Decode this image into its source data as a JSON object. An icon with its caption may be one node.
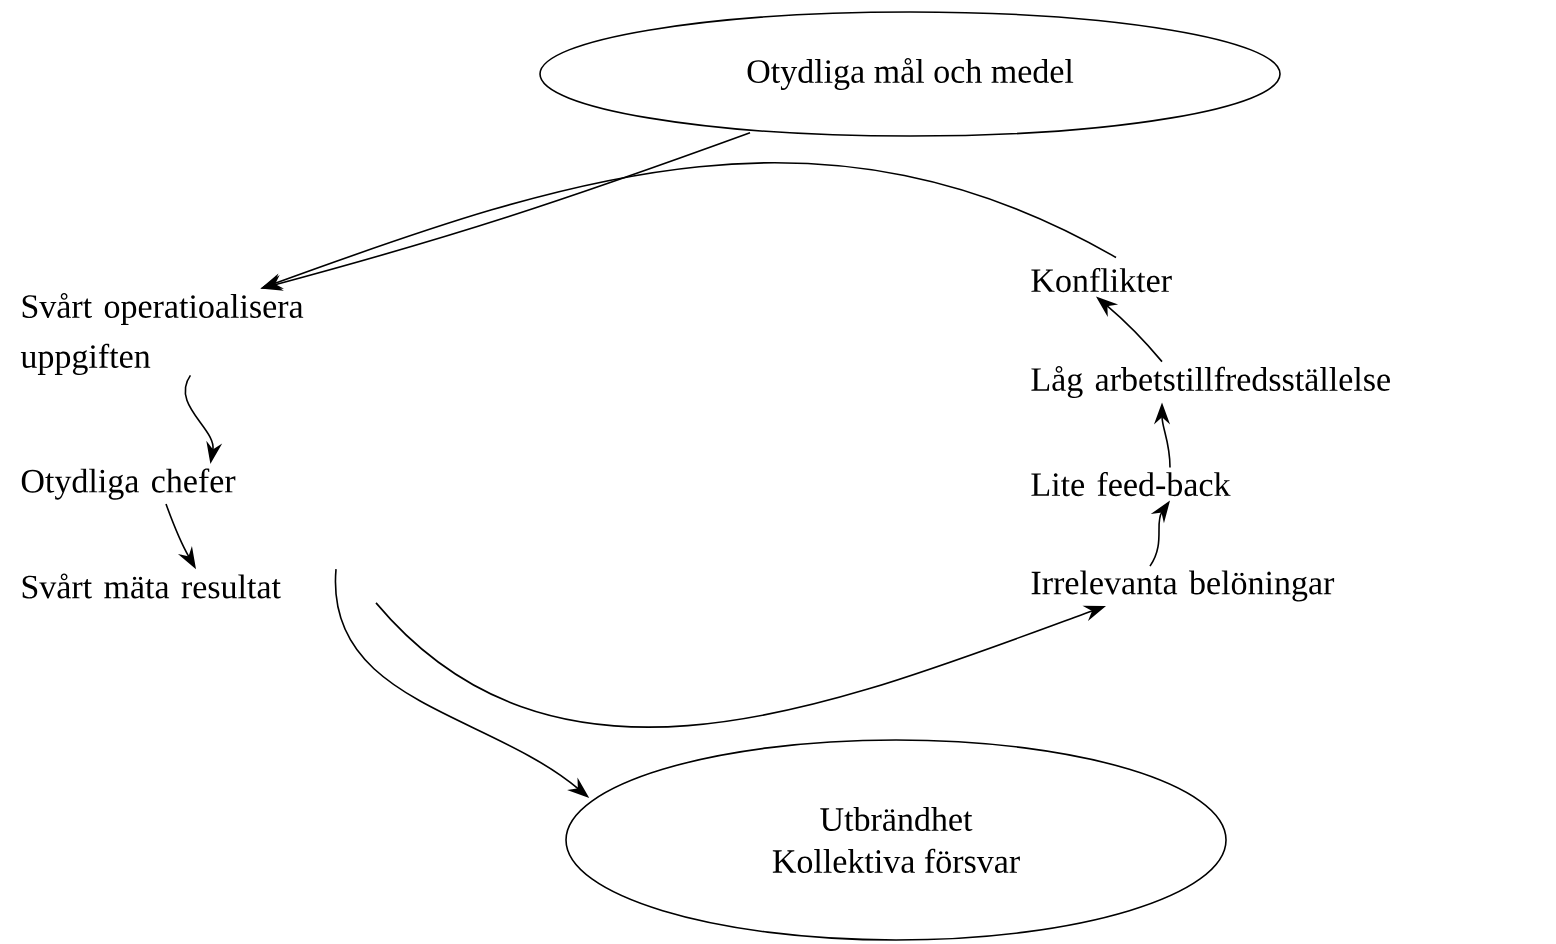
{
  "diagram": {
    "nodes": [
      {
        "text": [
          "Otydliga mål och medel"
        ]
      },
      {
        "text": [
          "Svårt operatioalisera uppgiften"
        ]
      },
      {
        "text": [
          "Konflikter"
        ]
      },
      {
        "text": [
          "Låg arbetstillfredsställelse"
        ]
      },
      {
        "text": [
          "Otydliga chefer"
        ]
      },
      {
        "text": [
          "Lite feed-back"
        ]
      },
      {
        "text": [
          "Svårt mäta resultat"
        ]
      },
      {
        "text": [
          "Irrelevanta belöningar"
        ]
      },
      {
        "text": [
          "Utbrändhet",
          "Kollektiva försvar"
        ]
      }
    ],
    "edges": [
      {
        "from": 0,
        "to": 1,
        "arrow": "to"
      },
      {
        "from": 2,
        "to": 1,
        "arrow": "to"
      },
      {
        "from": 1,
        "to": 4,
        "arrow": "to"
      },
      {
        "from": 4,
        "to": 6,
        "arrow": "to"
      },
      {
        "from": 6,
        "to": 8,
        "arrow": "to"
      },
      {
        "from": 6,
        "to": 7,
        "arrow": "to"
      },
      {
        "from": 7,
        "to": 5,
        "arrow": "to"
      },
      {
        "from": 5,
        "to": 3,
        "arrow": "to"
      },
      {
        "from": 3,
        "to": 2,
        "arrow": "to"
      }
    ]
  }
}
